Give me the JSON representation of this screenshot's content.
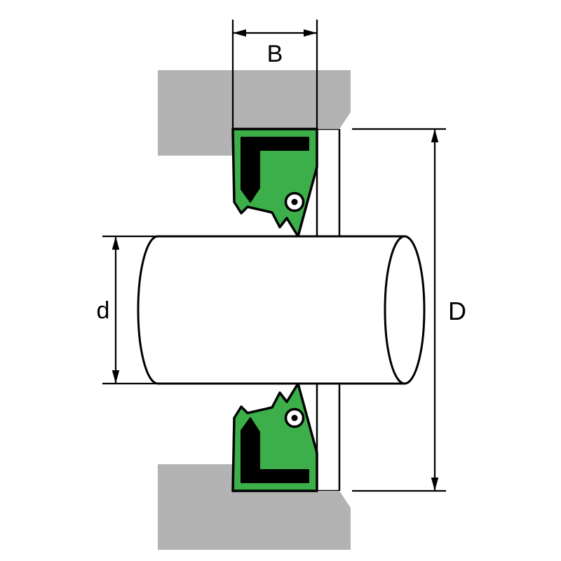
{
  "diagram": {
    "dimensions": {
      "seal_width_label": "B",
      "shaft_diameter_label": "d",
      "bore_diameter_label": "D"
    },
    "colors": {
      "background": "#ffffff",
      "housing": "#b3b3b3",
      "seal": "#3caf4b",
      "outline": "#000000",
      "shaft": "#ffffff"
    }
  }
}
